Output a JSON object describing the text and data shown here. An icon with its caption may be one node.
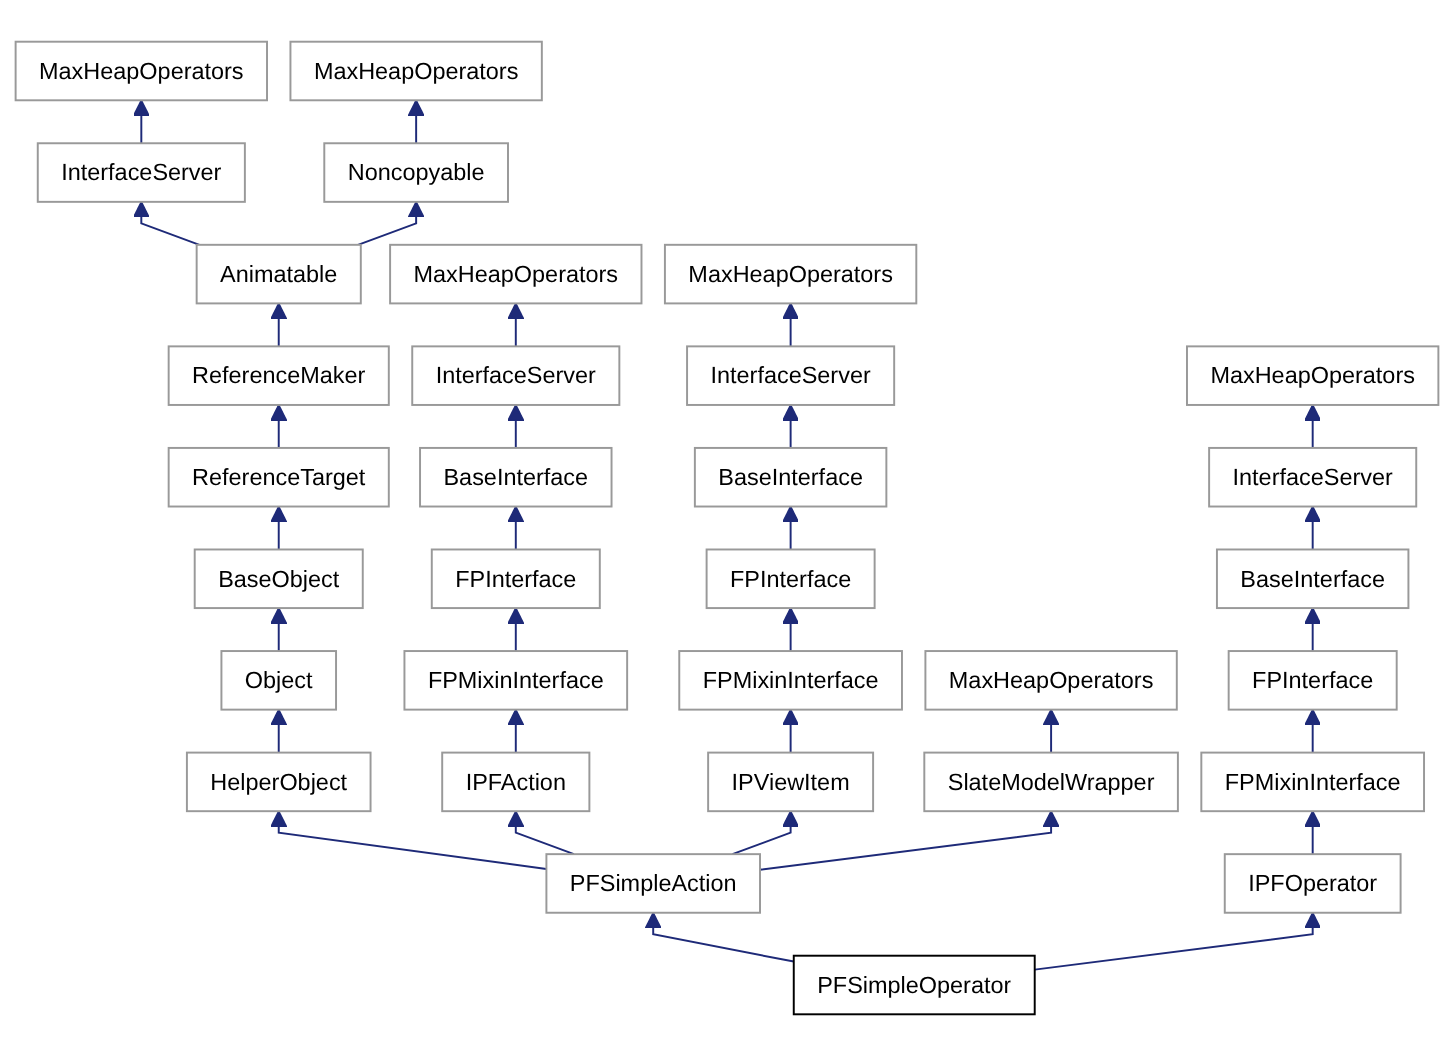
{
  "diagram": {
    "nodes": [
      {
        "text": [
          "MaxHeapOperators"
        ]
      },
      {
        "text": [
          "MaxHeapOperators"
        ]
      },
      {
        "text": [
          "InterfaceServer"
        ]
      },
      {
        "text": [
          "Noncopyable"
        ]
      },
      {
        "text": [
          "Animatable"
        ]
      },
      {
        "text": [
          "MaxHeapOperators"
        ]
      },
      {
        "text": [
          "MaxHeapOperators"
        ]
      },
      {
        "text": [
          "ReferenceMaker"
        ]
      },
      {
        "text": [
          "InterfaceServer"
        ]
      },
      {
        "text": [
          "InterfaceServer"
        ]
      },
      {
        "text": [
          "MaxHeapOperators"
        ]
      },
      {
        "text": [
          "ReferenceTarget"
        ]
      },
      {
        "text": [
          "BaseInterface"
        ]
      },
      {
        "text": [
          "BaseInterface"
        ]
      },
      {
        "text": [
          "InterfaceServer"
        ]
      },
      {
        "text": [
          "BaseObject"
        ]
      },
      {
        "text": [
          "FPInterface"
        ]
      },
      {
        "text": [
          "FPInterface"
        ]
      },
      {
        "text": [
          "BaseInterface"
        ]
      },
      {
        "text": [
          "Object"
        ]
      },
      {
        "text": [
          "FPMixinInterface"
        ]
      },
      {
        "text": [
          "FPMixinInterface"
        ]
      },
      {
        "text": [
          "MaxHeapOperators"
        ]
      },
      {
        "text": [
          "FPInterface"
        ]
      },
      {
        "text": [
          "HelperObject"
        ]
      },
      {
        "text": [
          "IPFAction"
        ]
      },
      {
        "text": [
          "IPViewItem"
        ]
      },
      {
        "text": [
          "SlateModelWrapper"
        ]
      },
      {
        "text": [
          "FPMixinInterface"
        ]
      },
      {
        "text": [
          "PFSimpleAction"
        ]
      },
      {
        "text": [
          "IPFOperator"
        ]
      },
      {
        "text": [
          "PFSimpleOperator"
        ]
      }
    ],
    "edges": [
      {
        "from": 2,
        "to": 0,
        "arrow": "to"
      },
      {
        "from": 3,
        "to": 1,
        "arrow": "to"
      },
      {
        "from": 4,
        "to": 2,
        "arrow": "to"
      },
      {
        "from": 4,
        "to": 3,
        "arrow": "to"
      },
      {
        "from": 7,
        "to": 4,
        "arrow": "to"
      },
      {
        "from": 8,
        "to": 5,
        "arrow": "to"
      },
      {
        "from": 9,
        "to": 6,
        "arrow": "to"
      },
      {
        "from": 11,
        "to": 7,
        "arrow": "to"
      },
      {
        "from": 12,
        "to": 8,
        "arrow": "to"
      },
      {
        "from": 13,
        "to": 9,
        "arrow": "to"
      },
      {
        "from": 14,
        "to": 10,
        "arrow": "to"
      },
      {
        "from": 15,
        "to": 11,
        "arrow": "to"
      },
      {
        "from": 16,
        "to": 12,
        "arrow": "to"
      },
      {
        "from": 17,
        "to": 13,
        "arrow": "to"
      },
      {
        "from": 18,
        "to": 14,
        "arrow": "to"
      },
      {
        "from": 19,
        "to": 15,
        "arrow": "to"
      },
      {
        "from": 20,
        "to": 16,
        "arrow": "to"
      },
      {
        "from": 21,
        "to": 17,
        "arrow": "to"
      },
      {
        "from": 23,
        "to": 18,
        "arrow": "to"
      },
      {
        "from": 24,
        "to": 19,
        "arrow": "to"
      },
      {
        "from": 25,
        "to": 20,
        "arrow": "to"
      },
      {
        "from": 26,
        "to": 21,
        "arrow": "to"
      },
      {
        "from": 27,
        "to": 22,
        "arrow": "to"
      },
      {
        "from": 28,
        "to": 23,
        "arrow": "to"
      },
      {
        "from": 29,
        "to": 24,
        "arrow": "to"
      },
      {
        "from": 29,
        "to": 25,
        "arrow": "to"
      },
      {
        "from": 29,
        "to": 26,
        "arrow": "to"
      },
      {
        "from": 29,
        "to": 27,
        "arrow": "to"
      },
      {
        "from": 30,
        "to": 28,
        "arrow": "to"
      },
      {
        "from": 31,
        "to": 29,
        "arrow": "to"
      },
      {
        "from": 31,
        "to": 30,
        "arrow": "to"
      }
    ]
  }
}
